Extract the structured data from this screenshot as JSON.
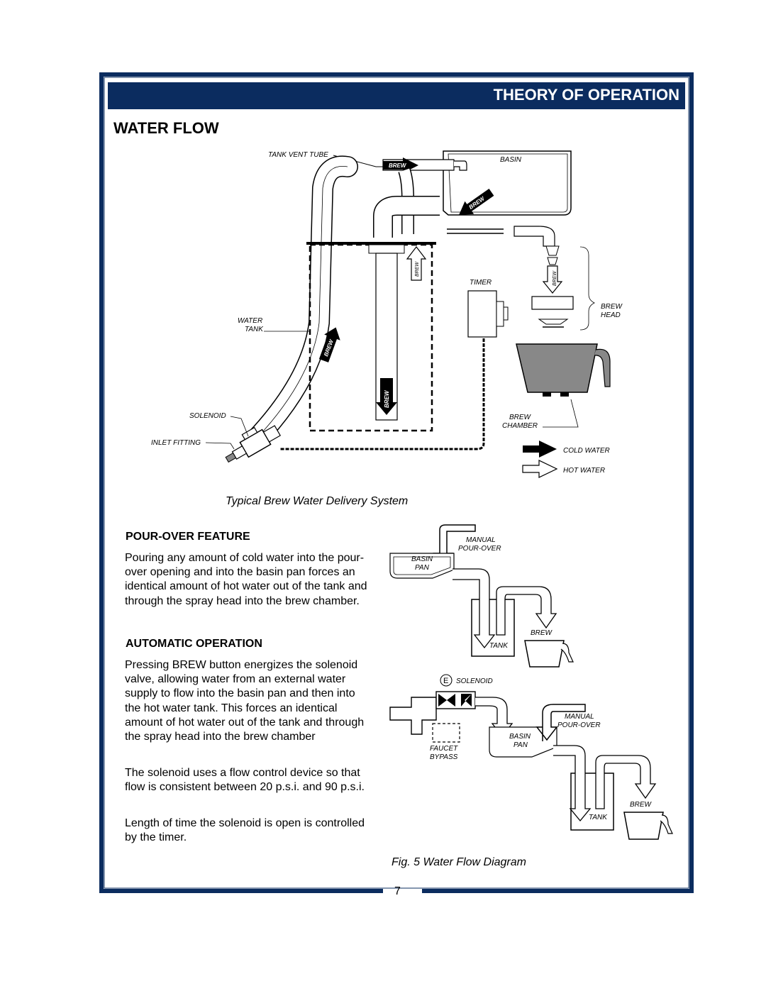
{
  "header": {
    "title": "THEORY OF OPERATION"
  },
  "section_title": "WATER FLOW",
  "main_diagram": {
    "labels": {
      "tank_vent_tube": "TANK VENT TUBE",
      "basin": "BASIN",
      "timer": "TIMER",
      "brew_head_1": "BREW",
      "brew_head_2": "HEAD",
      "water_tank_1": "WATER",
      "water_tank_2": "TANK",
      "solenoid": "SOLENOID",
      "inlet_fitting": "INLET FITTING",
      "brew_chamber_1": "BREW",
      "brew_chamber_2": "CHAMBER",
      "arrow_text": "BREW"
    },
    "legend": {
      "cold": "COLD WATER",
      "hot": "HOT WATER"
    },
    "caption": "Typical Brew Water Delivery System"
  },
  "pour_over": {
    "heading": "POUR-OVER FEATURE",
    "text": "Pouring any amount of cold water into the pour-over opening and into the basin pan forces an identical amount of hot water out of the tank and through the spray head into the brew chamber."
  },
  "automatic": {
    "heading": "AUTOMATIC OPERATION",
    "text": "Pressing BREW button energizes the solenoid valve, allowing water from an external water supply to flow into the basin pan and then into the hot water tank.  This forces an identical amount of hot water out of the tank and through the spray head into the brew chamber",
    "flow_control": "The solenoid uses a flow control device  so that flow is consistent between 20 p.s.i. and 90 p.s.i.",
    "timer": "Length of time the solenoid is open is controlled by the timer."
  },
  "flow_diagram": {
    "top": {
      "manual_1": "MANUAL",
      "manual_2": "POUR-OVER",
      "basin_1": "BASIN",
      "basin_2": "PAN",
      "brew": "BREW",
      "tank": "TANK"
    },
    "bottom": {
      "e": "E",
      "solenoid": "SOLENOID",
      "faucet_1": "FAUCET",
      "faucet_2": "BYPASS",
      "manual_1": "MANUAL",
      "manual_2": "POUR-OVER",
      "basin_1": "BASIN",
      "basin_2": "PAN",
      "brew": "BREW",
      "tank": "TANK"
    },
    "caption": "Fig. 5 Water Flow Diagram"
  },
  "page_number": "7",
  "colors": {
    "navy": "#0b2c5f",
    "gray": "#808080"
  }
}
